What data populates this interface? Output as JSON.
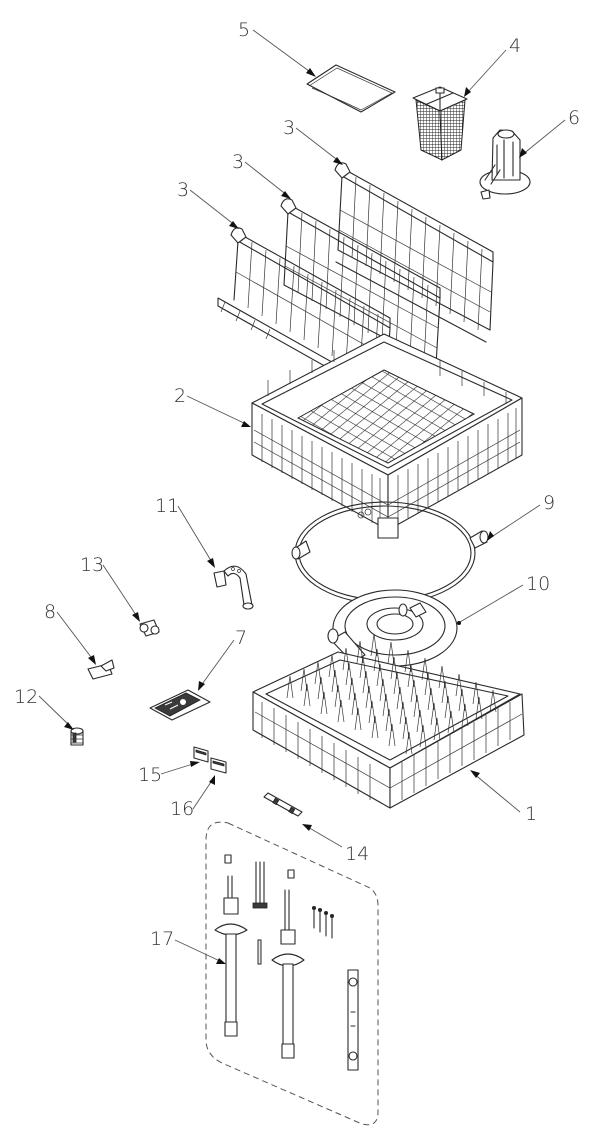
{
  "diagram": {
    "type": "exploded-parts-view",
    "subject": "Glass washer rack assembly",
    "callouts": [
      {
        "id": "c5",
        "number": "5",
        "part": "cover sheet"
      },
      {
        "id": "c4",
        "number": "4",
        "part": "cutlery basket"
      },
      {
        "id": "c6",
        "number": "6",
        "part": "spray nozzle holder"
      },
      {
        "id": "c3a",
        "number": "3",
        "part": "divider insert (upper)"
      },
      {
        "id": "c3b",
        "number": "3",
        "part": "divider insert (middle)"
      },
      {
        "id": "c3c",
        "number": "3",
        "part": "divider insert (lower)"
      },
      {
        "id": "c2",
        "number": "2",
        "part": "open grid rack"
      },
      {
        "id": "c9",
        "number": "9",
        "part": "hose ring with couplings"
      },
      {
        "id": "c11",
        "number": "11",
        "part": "hose bend clip"
      },
      {
        "id": "c10",
        "number": "10",
        "part": "spray ring manifold"
      },
      {
        "id": "c13",
        "number": "13",
        "part": "hose connector"
      },
      {
        "id": "c8",
        "number": "8",
        "part": "T-fitting"
      },
      {
        "id": "c7",
        "number": "7",
        "part": "instruction card"
      },
      {
        "id": "c12",
        "number": "12",
        "part": "threaded nut"
      },
      {
        "id": "c15",
        "number": "15",
        "part": "label A"
      },
      {
        "id": "c16",
        "number": "16",
        "part": "label B"
      },
      {
        "id": "c1",
        "number": "1",
        "part": "peg rack"
      },
      {
        "id": "c14",
        "number": "14",
        "part": "inline coupling"
      },
      {
        "id": "c17",
        "number": "17",
        "part": "spray wand kit"
      }
    ]
  }
}
